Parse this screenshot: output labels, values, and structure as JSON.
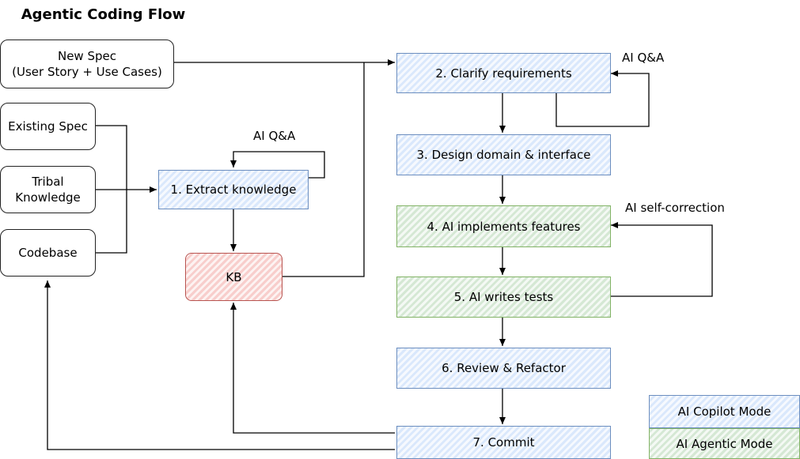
{
  "diagram": {
    "title": "Agentic Coding Flow",
    "nodes": {
      "new_spec": "New Spec\n(User Story + Use Cases)",
      "existing_spec": "Existing Spec",
      "tribal_knowledge": "Tribal\nKnowledge",
      "codebase": "Codebase",
      "extract_knowledge": "1. Extract knowledge",
      "kb": "KB",
      "clarify": "2. Clarify requirements",
      "design": "3. Design domain & interface",
      "implement": "4. AI implements features",
      "tests": "5. AI writes tests",
      "review": "6. Review & Refactor",
      "commit": "7. Commit"
    },
    "edge_labels": {
      "qa_extract": "AI Q&A",
      "qa_clarify": "AI Q&A",
      "self_correction": "AI self-correction"
    },
    "legend": {
      "copilot": "AI Copilot Mode",
      "agentic": "AI Agentic Mode"
    },
    "colors": {
      "copilot_fill": "#dae8fc",
      "copilot_stroke": "#6c8ebf",
      "agentic_fill": "#d5e8d4",
      "agentic_stroke": "#82b366",
      "kb_fill": "#f8cecc",
      "kb_stroke": "#b85450"
    }
  }
}
